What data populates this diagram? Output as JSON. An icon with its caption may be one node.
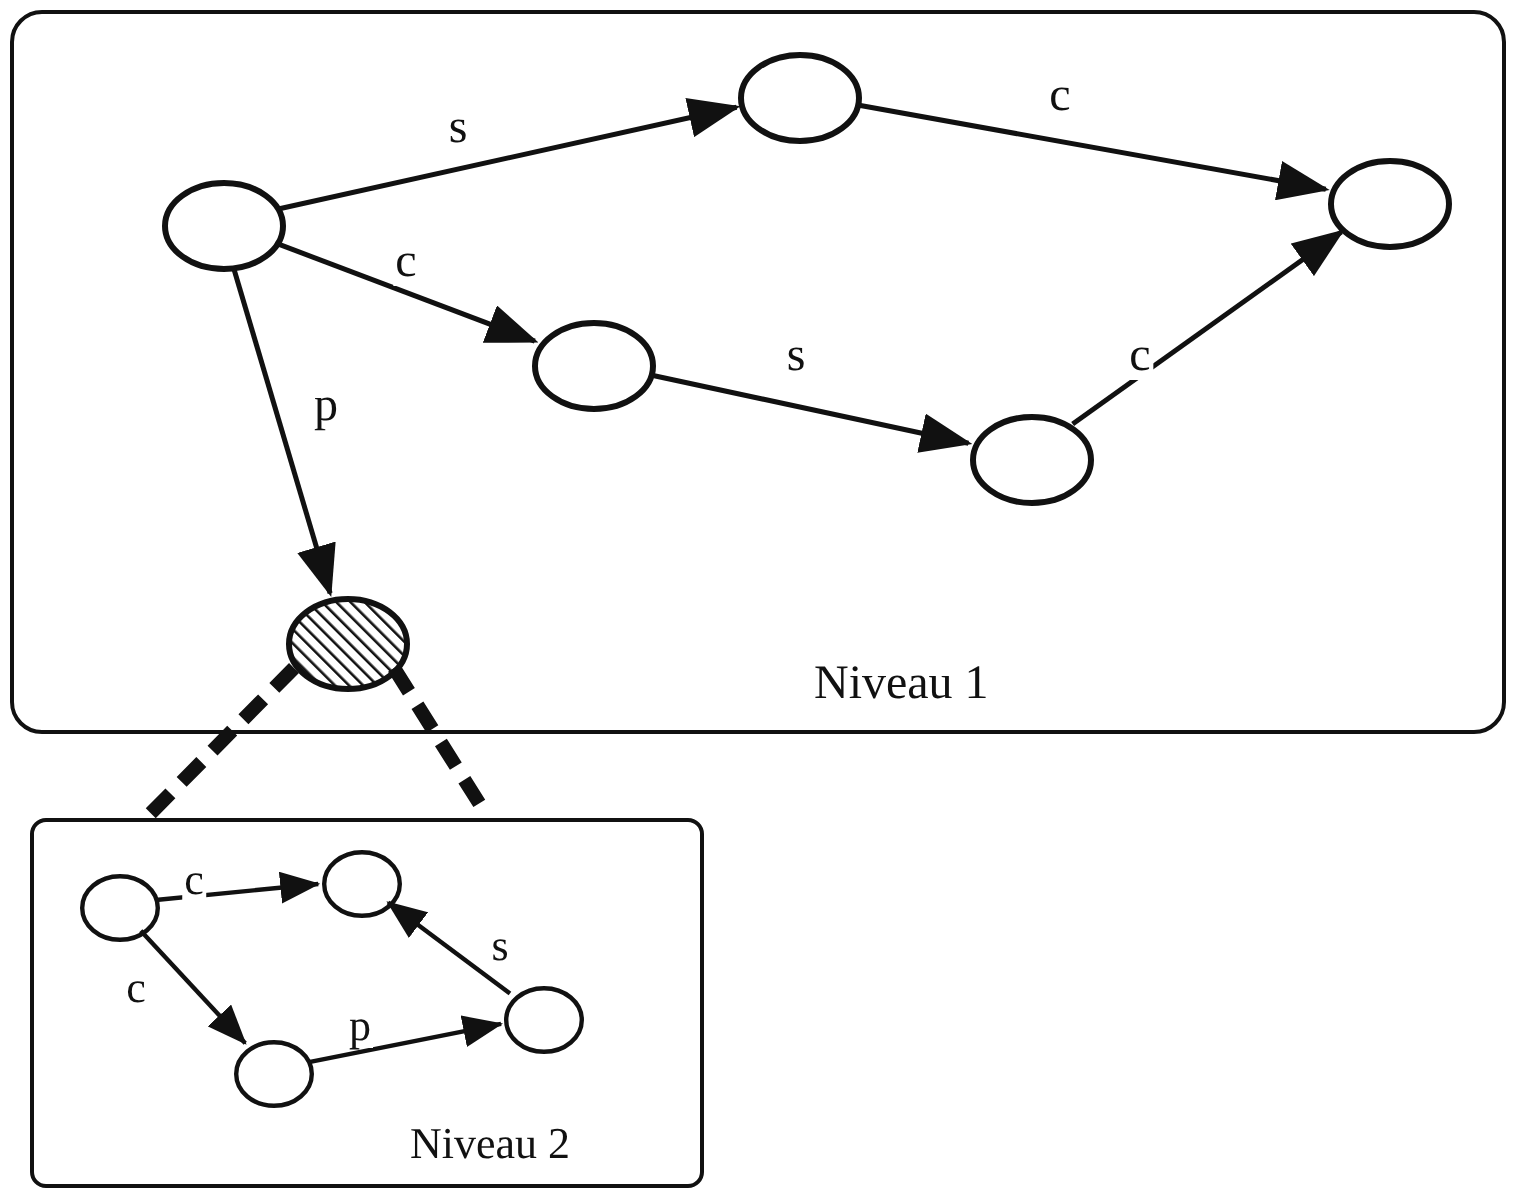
{
  "diagram": {
    "nodes": [
      {
        "text": [
          "Niveau 1"
        ]
      },
      {
        "text": [],
        "shape": "circle",
        "in": 0
      },
      {
        "text": [],
        "shape": "circle",
        "in": 0
      },
      {
        "text": [],
        "shape": "circle",
        "in": 0
      },
      {
        "text": [],
        "shape": "circle",
        "in": 0
      },
      {
        "text": [],
        "shape": "circle",
        "in": 0
      },
      {
        "text": [],
        "shape": "circle",
        "in": 0
      },
      {
        "text": [
          "Niveau 2"
        ]
      },
      {
        "text": [],
        "shape": "circle",
        "in": 7
      },
      {
        "text": [],
        "shape": "circle",
        "in": 7
      },
      {
        "text": [],
        "shape": "circle",
        "in": 7
      },
      {
        "text": [],
        "shape": "circle",
        "in": 7
      }
    ],
    "edges": [
      {
        "from": 1,
        "to": 2,
        "arrow": "to",
        "label": "s"
      },
      {
        "from": 2,
        "to": 3,
        "arrow": "to",
        "label": "c"
      },
      {
        "from": 1,
        "to": 4,
        "arrow": "to",
        "label": "c"
      },
      {
        "from": 4,
        "to": 5,
        "arrow": "to",
        "label": "s"
      },
      {
        "from": 5,
        "to": 3,
        "arrow": "to",
        "label": "c"
      },
      {
        "from": 1,
        "to": 6,
        "arrow": "to",
        "label": "p"
      },
      {
        "from": 6,
        "to": 7,
        "arrow": "none",
        "style": "dashed"
      },
      {
        "from": 6,
        "to": 7,
        "arrow": "none",
        "style": "dashed"
      },
      {
        "from": 8,
        "to": 9,
        "arrow": "to",
        "label": "c"
      },
      {
        "from": 8,
        "to": 10,
        "arrow": "to",
        "label": "c"
      },
      {
        "from": 10,
        "to": 11,
        "arrow": "to",
        "label": "p"
      },
      {
        "from": 11,
        "to": 9,
        "arrow": "to",
        "label": "s"
      }
    ]
  }
}
